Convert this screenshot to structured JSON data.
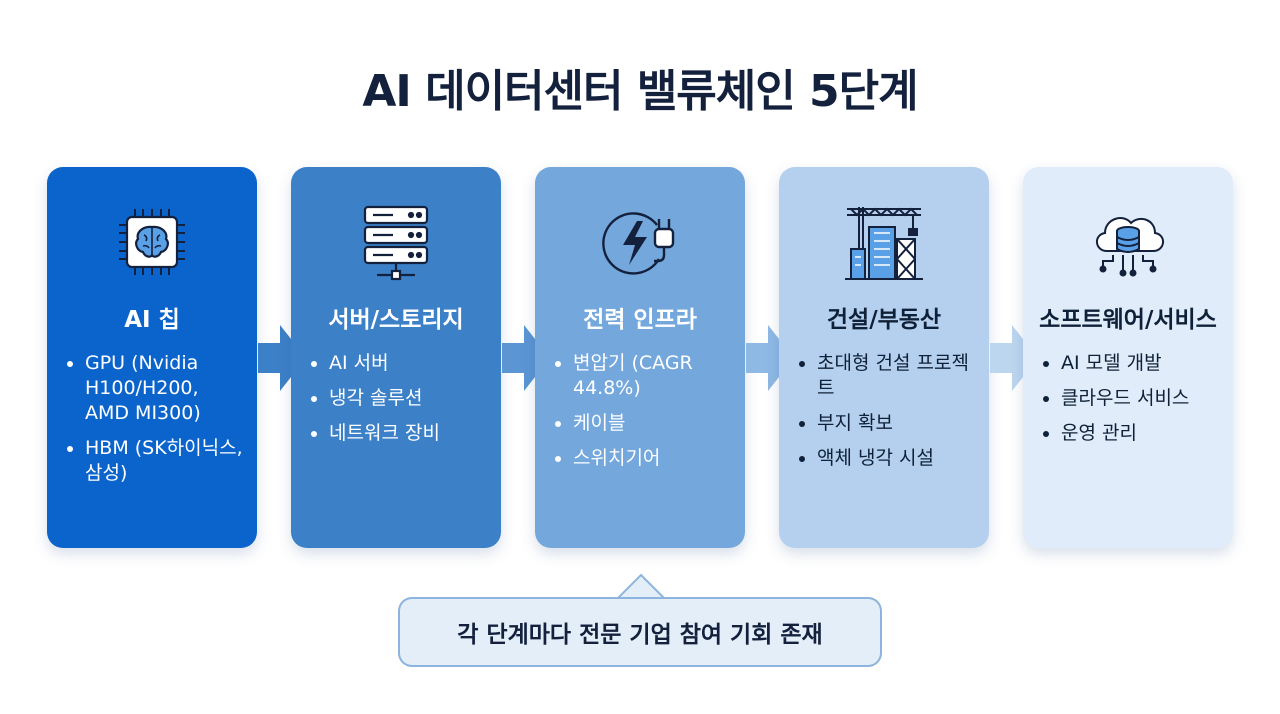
{
  "title": "AI 데이터센터 밸류체인 5단계",
  "colors": {
    "stage1": "#0b64cc",
    "stage2": "#3c80c8",
    "stage3": "#74a7dc",
    "stage4": "#b5d0ee",
    "stage5": "#e0ecf9",
    "title": "#14213d"
  },
  "stages": [
    {
      "icon": "ai-chip-icon",
      "title": "AI 칩",
      "items": [
        "GPU (Nvidia H100/H200, AMD MI300)",
        "HBM (SK하이닉스, 삼성)"
      ]
    },
    {
      "icon": "server-rack-icon",
      "title": "서버/스토리지",
      "items": [
        "AI 서버",
        "냉각 솔루션",
        "네트워크 장비"
      ]
    },
    {
      "icon": "power-plug-icon",
      "title": "전력 인프라",
      "items": [
        "변압기 (CAGR 44.8%)",
        "케이블",
        "스위치기어"
      ]
    },
    {
      "icon": "construction-crane-icon",
      "title": "건설/부동산",
      "items": [
        "초대형 건설 프로젝트",
        "부지 확보",
        "액체 냉각 시설"
      ]
    },
    {
      "icon": "cloud-database-icon",
      "title": "소프트웨어/서비스",
      "items": [
        "AI 모델 개발",
        "클라우드 서비스",
        "운영 관리"
      ]
    }
  ],
  "callout": "각 단계마다 전문 기업 참여 기회 존재"
}
